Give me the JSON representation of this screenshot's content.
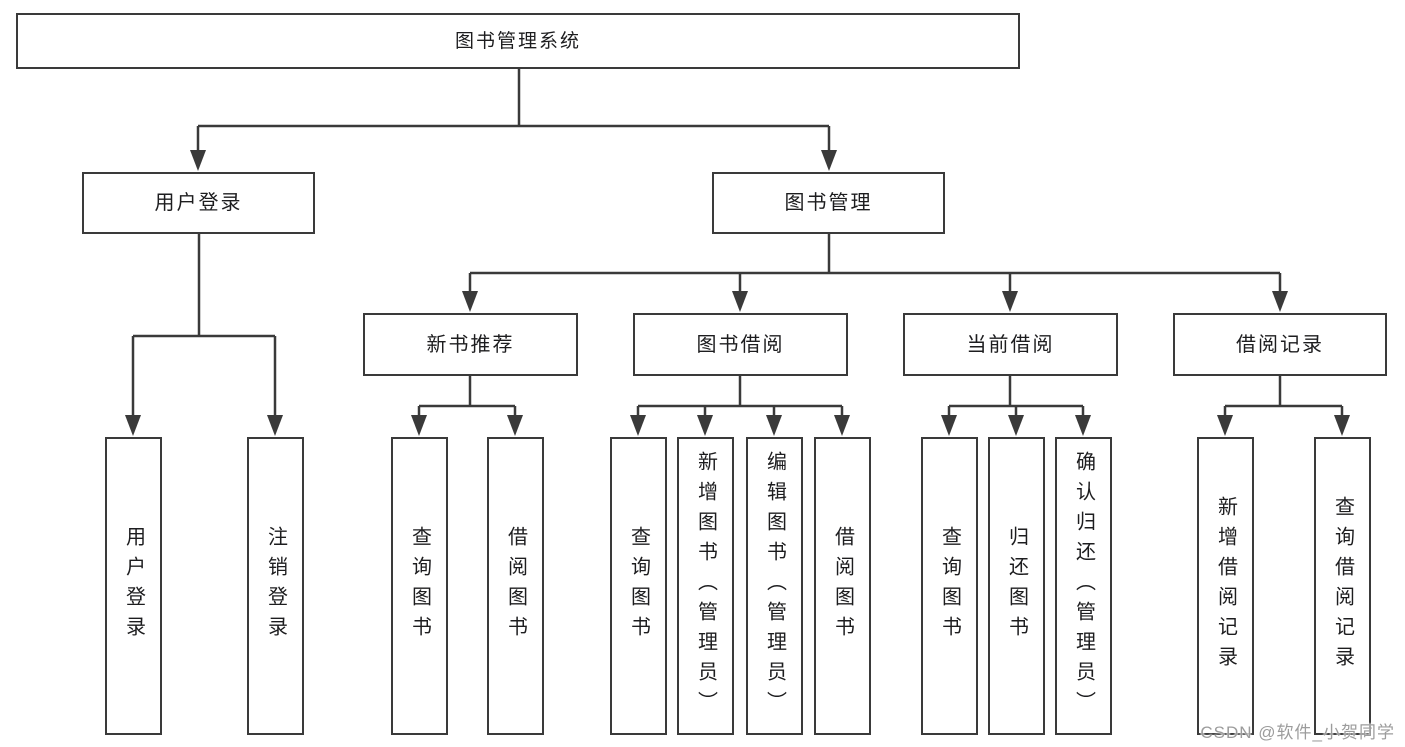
{
  "diagram": {
    "type": "hierarchy-tree",
    "root": {
      "label": "图书管理系统"
    },
    "branches": [
      {
        "label": "用户登录",
        "children": [
          {
            "label": "用户登录"
          },
          {
            "label": "注销登录"
          }
        ]
      },
      {
        "label": "图书管理",
        "children": [
          {
            "label": "新书推荐",
            "children": [
              {
                "label": "查询图书"
              },
              {
                "label": "借阅图书"
              }
            ]
          },
          {
            "label": "图书借阅",
            "children": [
              {
                "label": "查询图书"
              },
              {
                "label": "新增图书（管理员）"
              },
              {
                "label": "编辑图书（管理员）"
              },
              {
                "label": "借阅图书"
              }
            ]
          },
          {
            "label": "当前借阅",
            "children": [
              {
                "label": "查询图书"
              },
              {
                "label": "归还图书"
              },
              {
                "label": "确认归还（管理员）"
              }
            ]
          },
          {
            "label": "借阅记录",
            "children": [
              {
                "label": "新增借阅记录"
              },
              {
                "label": "查询借阅记录"
              }
            ]
          }
        ]
      }
    ]
  },
  "watermark": {
    "text": "CSDN @软件_小贺同学"
  },
  "colors": {
    "line": "#3a3a3a",
    "box_border": "#3a3a3a",
    "box_background": "#ffffff",
    "text": "#1d1d1f",
    "watermark": "#9c9c9c"
  }
}
